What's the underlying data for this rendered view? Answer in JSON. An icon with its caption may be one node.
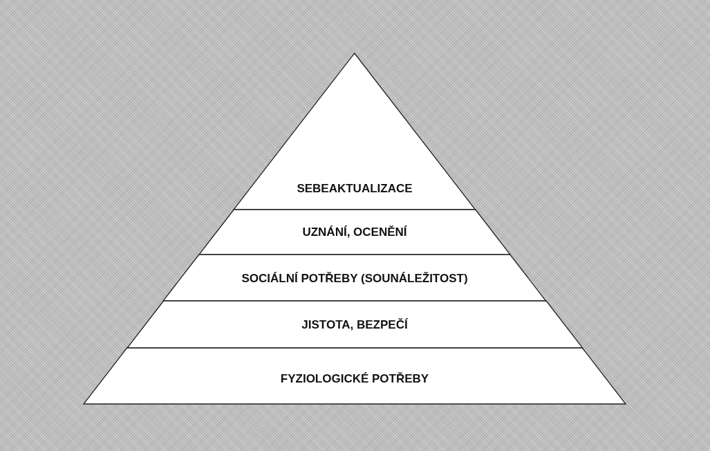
{
  "diagram": {
    "nodes": [
      {
        "text": [
          "SEBEAKTUALIZACE"
        ]
      },
      {
        "text": [
          "UZNÁNÍ, OCENĚNÍ"
        ]
      },
      {
        "text": [
          "SOCIÁLNÍ POTŘEBY (SOUNÁLEŽITOST)"
        ]
      },
      {
        "text": [
          "JISTOTA, BEZPEČÍ"
        ]
      },
      {
        "text": [
          "FYZIOLOGICKÉ POTŘEBY"
        ]
      }
    ]
  }
}
